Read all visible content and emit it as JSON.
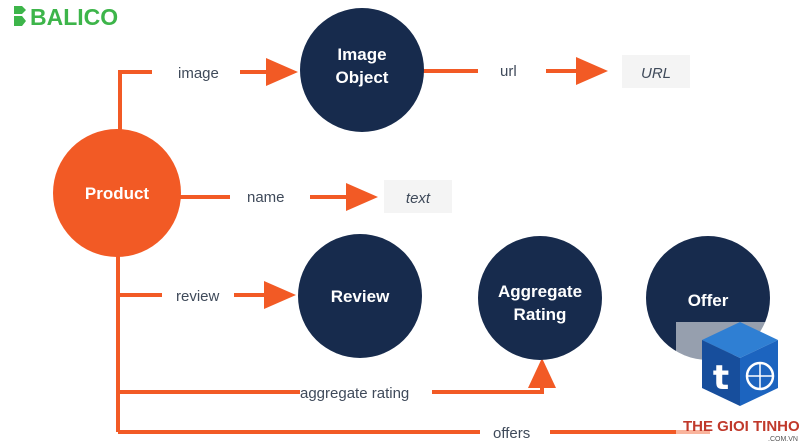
{
  "brand": {
    "logo_text": "BALICO"
  },
  "watermark": {
    "text": "THE GIOI TINHOC",
    "subtext": ".COM.VN"
  },
  "colors": {
    "orange": "#f25a25",
    "navy": "#172b4d",
    "brand_green": "#3db54a",
    "label_gray": "#3f4a5a",
    "value_box": "#f4f4f4"
  },
  "nodes": {
    "product": {
      "label": "Product"
    },
    "image_object": {
      "line1": "Image",
      "line2": "Object"
    },
    "review": {
      "label": "Review"
    },
    "aggregate_rating": {
      "line1": "Aggregate",
      "line2": "Rating"
    },
    "offer": {
      "label": "Offer"
    }
  },
  "edges": {
    "image": "image",
    "url": "url",
    "name": "name",
    "review": "review",
    "aggregate_rating": "aggregate rating",
    "offers": "offers"
  },
  "values": {
    "url": "URL",
    "text": "text"
  }
}
